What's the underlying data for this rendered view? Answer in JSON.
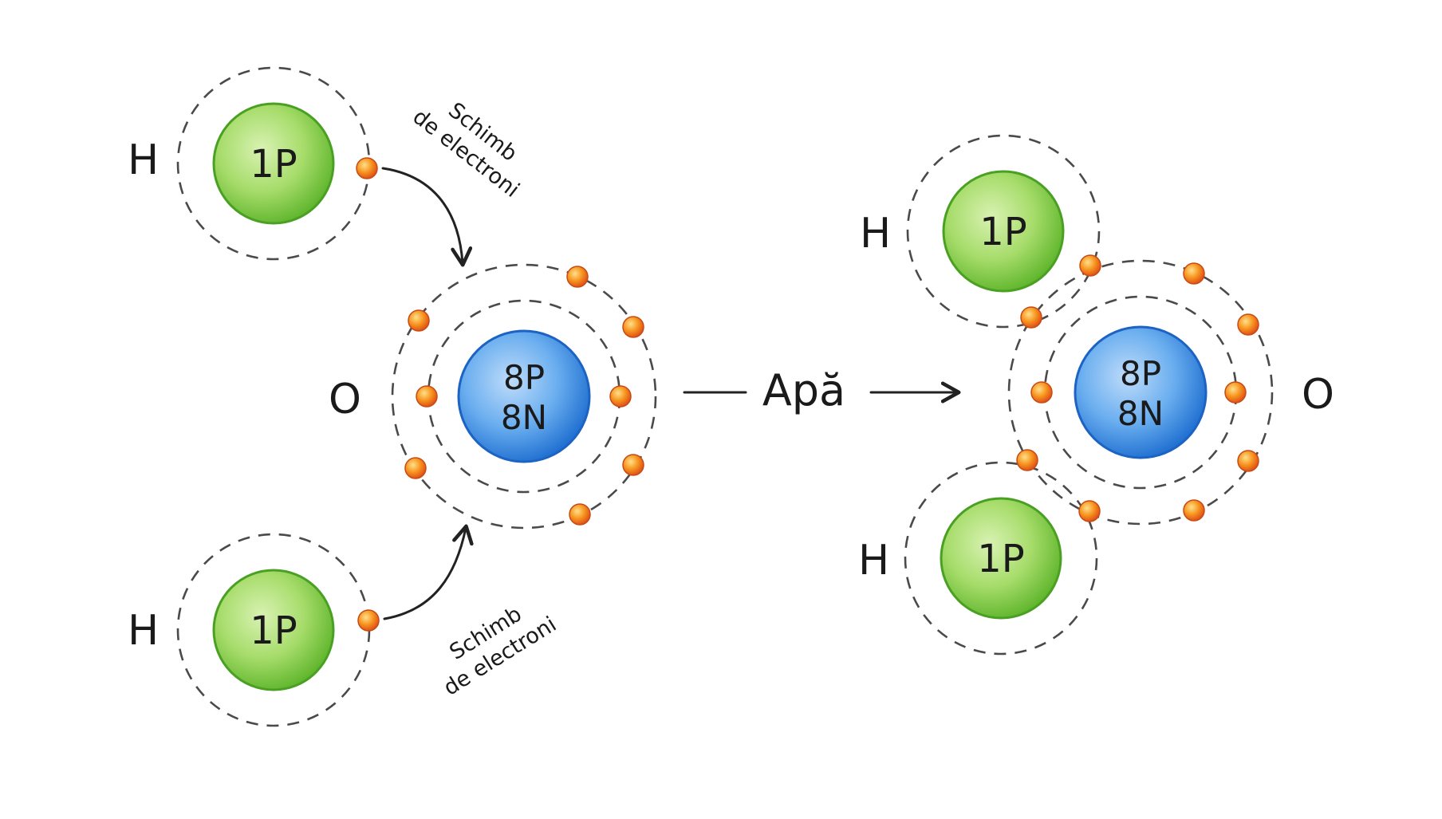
{
  "left": {
    "h_top": {
      "symbol": "H",
      "nucleus": "1P"
    },
    "h_bottom": {
      "symbol": "H",
      "nucleus": "1P"
    },
    "oxygen": {
      "symbol": "O",
      "nucleus_line1": "8P",
      "nucleus_line2": "8N"
    },
    "exchange_top": {
      "line1": "Schimb",
      "line2": "de electroni"
    },
    "exchange_bottom": {
      "line1": "Schimb",
      "line2": "de electroni"
    }
  },
  "reaction": {
    "label": "Apă"
  },
  "right": {
    "h_top": {
      "symbol": "H",
      "nucleus": "1P"
    },
    "h_bottom": {
      "symbol": "H",
      "nucleus": "1P"
    },
    "oxygen": {
      "symbol": "O",
      "nucleus_line1": "8P",
      "nucleus_line2": "8N"
    }
  },
  "colors": {
    "hydrogen_nucleus": "#8fd14f",
    "oxygen_nucleus": "#3f8ee0",
    "electron": "#f07a1e",
    "shell": "#4a4a4a"
  }
}
